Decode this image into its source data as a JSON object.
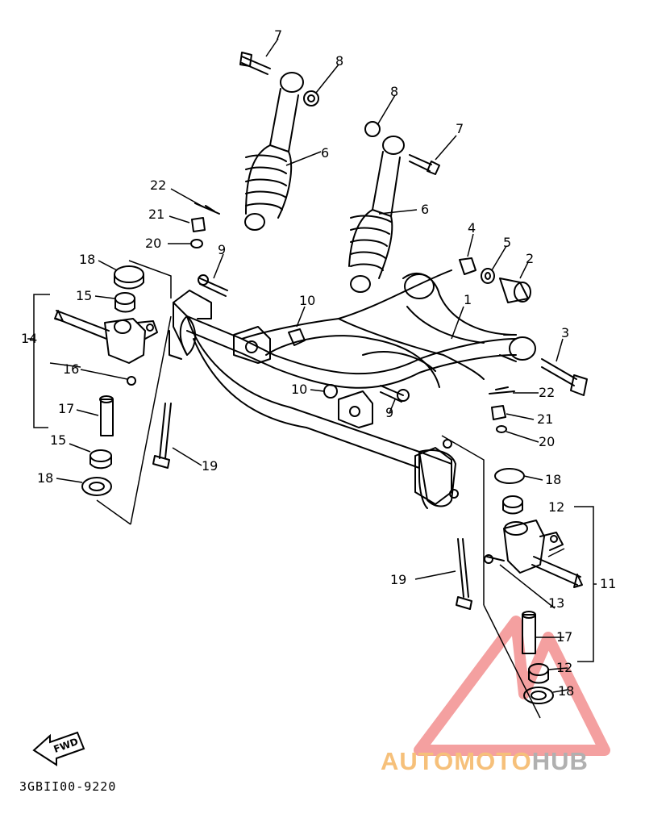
{
  "part_labels": {
    "p1": "1",
    "p2": "2",
    "p3": "3",
    "p4": "4",
    "p5": "5",
    "p6a": "6",
    "p6b": "6",
    "p7a": "7",
    "p7b": "7",
    "p8a": "8",
    "p8b": "8",
    "p9a": "9",
    "p9b": "9",
    "p10a": "10",
    "p10b": "10",
    "p11": "11",
    "p12a": "12",
    "p12b": "12",
    "p13": "13",
    "p14": "14",
    "p15a": "15",
    "p15b": "15",
    "p16": "16",
    "p17a": "17",
    "p17b": "17",
    "p18a": "18",
    "p18b": "18",
    "p18c": "18",
    "p18d": "18",
    "p19a": "19",
    "p19b": "19",
    "p20a": "20",
    "p20b": "20",
    "p21a": "21",
    "p21b": "21",
    "p22a": "22",
    "p22b": "22"
  },
  "fwd_label": "FWD",
  "diagram_code": "3GBII00-9220",
  "watermark": {
    "part1": "AUTO",
    "part2": "MOTO",
    "part3": "HUB",
    "accent": "#f08080"
  }
}
